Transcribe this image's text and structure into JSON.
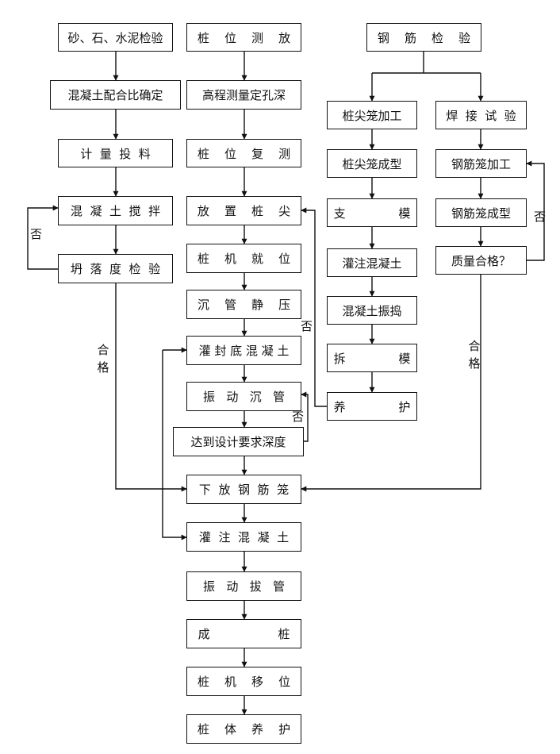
{
  "nodes": {
    "sand_stone_cement_test": "砂、石、水泥检验",
    "concrete_mix_ratio": "混凝土配合比确定",
    "metering_feeding": "计  量  投  料",
    "concrete_mixing": "混  凝  土  搅  拌",
    "slump_test": "坍  落  度  检  验",
    "pile_position_survey": "桩    位    测    放",
    "elevation_hole_depth": "高程测量定孔深",
    "pile_position_recheck": "桩    位    复    测",
    "place_pile_tip": "放    置    桩    尖",
    "pile_machine_in_place": "桩    机    就    位",
    "sink_pipe_press": "沉    管    静    压",
    "pour_bottom_concrete": "灌 封 底 混 凝 土",
    "vibrate_sink_pipe": "振   动   沉   管",
    "reach_design_depth": "达到设计要求深度",
    "lower_rebar_cage": "下  放  钢  筋  笼",
    "pour_concrete": "灌  注  混  凝  土",
    "vibrate_pull_pipe": "振   动   拔   管",
    "pile_formed": "成                  桩",
    "pile_machine_move": "桩    机    移    位",
    "pile_curing": "桩    体    养    护",
    "rebar_test": "钢    筋    检    验",
    "tip_cage_processing": "桩尖笼加工",
    "tip_cage_forming": "桩尖笼成型",
    "formwork": "支              模",
    "pour_concrete_tip": "灌注混凝土",
    "concrete_vibrating": "混凝土振捣",
    "remove_formwork": "拆              模",
    "curing_tip": "养              护",
    "welding_test": "焊  接  试  验",
    "rebar_cage_processing": "钢筋笼加工",
    "rebar_cage_forming": "钢筋笼成型",
    "quality_check": "质量合格？"
  },
  "labels": {
    "no_slump": "否",
    "pass_left": "合格",
    "no_tip": "否",
    "no_depth": "否",
    "no_quality": "否",
    "pass_right": "合格"
  }
}
